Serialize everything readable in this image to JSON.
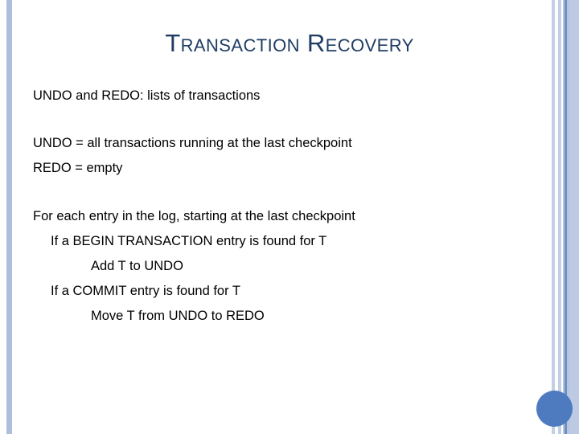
{
  "slide": {
    "title": "Transaction Recovery",
    "blocks": [
      {
        "id": "definition",
        "lines": [
          {
            "text": "UNDO and REDO: lists of transactions",
            "indent": 0
          }
        ]
      },
      {
        "id": "initial-state",
        "lines": [
          {
            "text": "UNDO = all transactions running at the last checkpoint",
            "indent": 0
          },
          {
            "text": "REDO = empty",
            "indent": 0
          }
        ]
      },
      {
        "id": "algorithm",
        "lines": [
          {
            "text": "For each entry in the log, starting at the last checkpoint",
            "indent": 0
          },
          {
            "text": "If a BEGIN TRANSACTION entry is found for T",
            "indent": 1
          },
          {
            "text": "Add T to UNDO",
            "indent": 2
          },
          {
            "text": "If a COMMIT entry is found for T",
            "indent": 1
          },
          {
            "text": "Move T from UNDO to REDO",
            "indent": 2
          }
        ]
      }
    ]
  },
  "decor": {
    "left_stripe_color": "#aebfdc",
    "right_stripe_colors": [
      "#c3cfe4",
      "#c3cfe4",
      "#b6c6de",
      "#6f8ec4",
      "#b6c6de",
      "#bccbe3"
    ],
    "ellipse_color": "#4e7ac0",
    "title_color": "#1f3d64",
    "body_color": "#000000",
    "background_color": "#ffffff"
  }
}
